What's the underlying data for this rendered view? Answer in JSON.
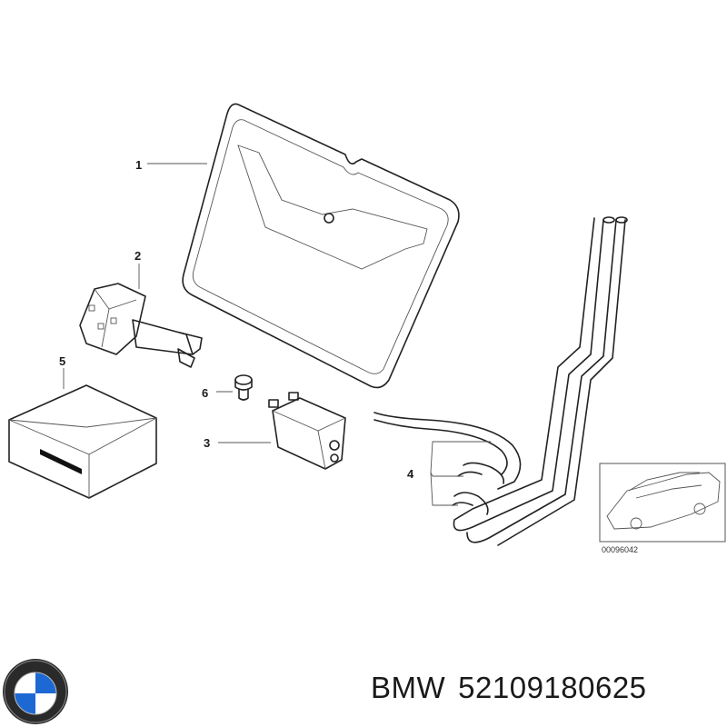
{
  "callouts": [
    {
      "num": "1",
      "part": "trim-panel"
    },
    {
      "num": "2",
      "part": "pump"
    },
    {
      "num": "3",
      "part": "control-unit"
    },
    {
      "num": "4",
      "part": "hose-set"
    },
    {
      "num": "5",
      "part": "package-box"
    },
    {
      "num": "6",
      "part": "bolt"
    }
  ],
  "diagram_ref": "00096042",
  "brand": "BMW",
  "part_number": "52109180625",
  "colors": {
    "ink": "#1a1a1a",
    "light": "#f4f4f4",
    "logo_blue": "#1c69d4"
  },
  "logo_icon": "bmw-roundel-icon"
}
